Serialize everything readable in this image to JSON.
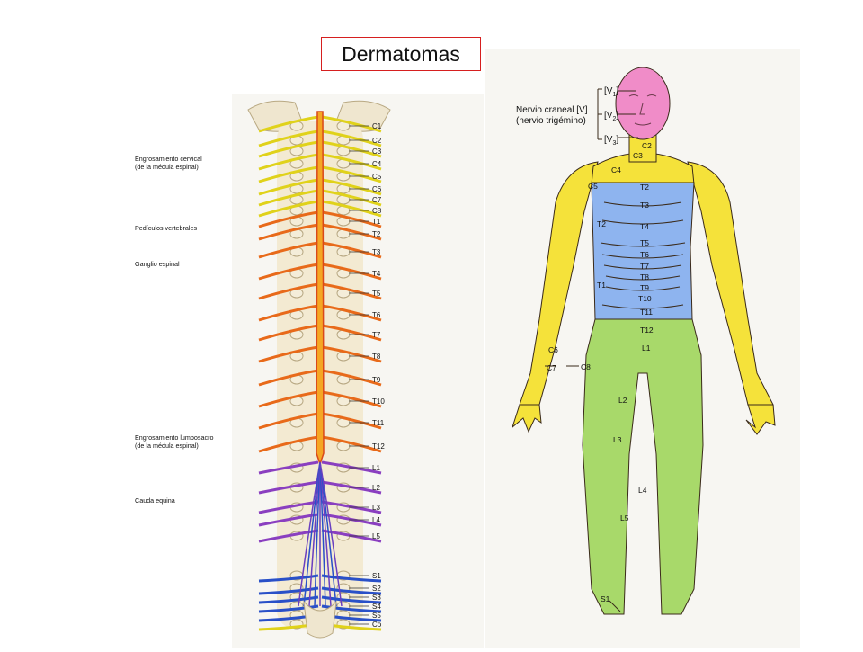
{
  "slide": {
    "title": "Dermatomas"
  },
  "spine_diagram": {
    "callouts": [
      {
        "id": "cervical",
        "lines": [
          "Engrosamiento cervical",
          "(de la médula espinal)"
        ]
      },
      {
        "id": "pedicles",
        "lines": [
          "Pedículos vertebrales"
        ]
      },
      {
        "id": "ganglion",
        "lines": [
          "Ganglio espinal"
        ]
      },
      {
        "id": "lumbosacral",
        "lines": [
          "Engrosamiento lumbosacro",
          "(de la médula espinal)"
        ]
      },
      {
        "id": "cauda",
        "lines": [
          "Cauda equina"
        ]
      }
    ],
    "segments": [
      "C1",
      "C2",
      "C3",
      "C4",
      "C5",
      "C6",
      "C7",
      "C8",
      "T1",
      "T2",
      "T3",
      "T4",
      "T5",
      "T6",
      "T7",
      "T8",
      "T9",
      "T10",
      "T11",
      "T12",
      "L1",
      "L2",
      "L3",
      "L4",
      "L5",
      "S1",
      "S2",
      "S3",
      "S4",
      "S5",
      "Co"
    ],
    "colors": {
      "cervical": "#e0d21a",
      "thoracic": "#e86a1a",
      "lumbar": "#8a3fc0",
      "sacral": "#2950c8",
      "cord": "#f5a623"
    }
  },
  "body_diagram": {
    "trigeminal_label": [
      "Nervio craneal [V]",
      "(nervio trigémino)"
    ],
    "trigeminal_branches": [
      "[V",
      "1",
      "]",
      "[V",
      "2",
      "]",
      "[V",
      "3",
      "]"
    ],
    "dermatome_labels": [
      "C2",
      "C3",
      "C4",
      "C5",
      "T2",
      "T3",
      "T2",
      "T4",
      "T5",
      "T6",
      "T7",
      "T8",
      "T1",
      "T9",
      "T10",
      "T11",
      "T12",
      "L1",
      "C6",
      "C7",
      "C8",
      "L2",
      "L3",
      "L4",
      "L5",
      "S1"
    ],
    "colors": {
      "head": "#f08cc8",
      "cervical": "#f5e23a",
      "thoracic": "#8eb4ef",
      "lumbar": "#a8d96a",
      "outline": "#3a2a1a"
    }
  }
}
